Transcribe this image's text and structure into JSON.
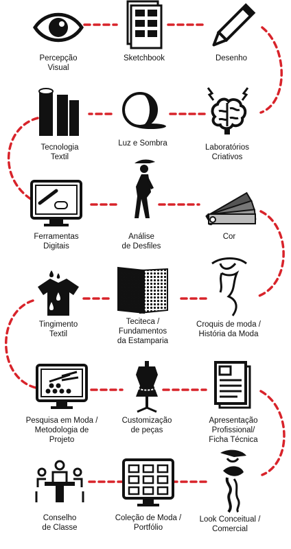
{
  "colors": {
    "path": "#d8232a",
    "ink": "#111111"
  },
  "steps": [
    {
      "label": "Percepção\nVisual",
      "icon": "eye-icon"
    },
    {
      "label": "Sketchbook",
      "icon": "sketchbook-icon"
    },
    {
      "label": "Desenho",
      "icon": "pencil-icon"
    },
    {
      "label": "Tecnologia\nTextil",
      "icon": "fabric-rolls-icon"
    },
    {
      "label": "Luz e Sombra",
      "icon": "shaded-sphere-icon"
    },
    {
      "label": "Laboratórios\nCriativos",
      "icon": "brain-lightning-icon"
    },
    {
      "label": "Ferramentas\nDigitais",
      "icon": "tablet-monitor-icon"
    },
    {
      "label": "Análise\nde Desfiles",
      "icon": "runway-model-icon"
    },
    {
      "label": "Cor",
      "icon": "color-swatch-fan-icon"
    },
    {
      "label": "Tingimento\nTextil",
      "icon": "dyed-tshirt-icon"
    },
    {
      "label": "Teciteca /\nFundamentos\nda Estamparia",
      "icon": "fabric-samples-icon"
    },
    {
      "label": "Croquis de moda /\nHistória da Moda",
      "icon": "fashion-sketch-icon"
    },
    {
      "label": "Pesquisa em Moda /\nMetodologia de\nProjeto",
      "icon": "research-monitor-icon"
    },
    {
      "label": "Customização\nde peças",
      "icon": "dress-form-icon"
    },
    {
      "label": "Apresentação\nProfissional/\nFicha Técnica",
      "icon": "document-icon"
    },
    {
      "label": "Conselho\nde Classe",
      "icon": "meeting-table-icon"
    },
    {
      "label": "Coleção de Moda /\nPortfólio",
      "icon": "portfolio-monitor-icon"
    },
    {
      "label": "Look Conceitual /\nComercial",
      "icon": "concept-look-icon"
    }
  ]
}
